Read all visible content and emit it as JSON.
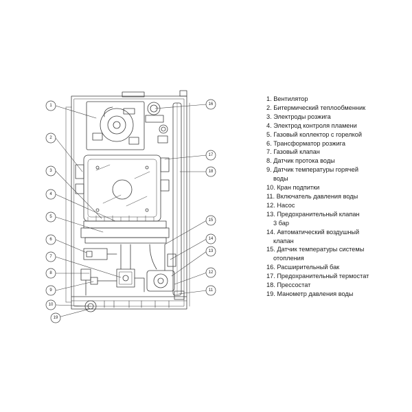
{
  "callouts": [
    {
      "num": "1"
    },
    {
      "num": "2"
    },
    {
      "num": "3"
    },
    {
      "num": "4"
    },
    {
      "num": "5"
    },
    {
      "num": "6"
    },
    {
      "num": "7"
    },
    {
      "num": "8"
    },
    {
      "num": "9"
    },
    {
      "num": "10"
    },
    {
      "num": "11"
    },
    {
      "num": "12"
    },
    {
      "num": "13"
    },
    {
      "num": "14"
    },
    {
      "num": "15"
    },
    {
      "num": "16"
    },
    {
      "num": "17"
    },
    {
      "num": "18"
    },
    {
      "num": "19"
    }
  ],
  "legend": [
    "1. Вентилятор",
    "2. Битермический теплообменник",
    "3. Электроды розжига",
    "4. Электрод контроля пламени",
    "5. Газовый коллектор с горелкой",
    "6. Трансформатор розжига",
    "7. Газовый клапан",
    "8. Датчик протока воды",
    "9. Датчик температуры горячей",
    "воды",
    "10. Кран подпитки",
    "11. Включатель давления воды",
    "12. Насос",
    "13. Предохранительный клапан",
    "3 бар",
    "14. Автоматический воздушный",
    "клапан",
    "15. Датчик температуры системы",
    "отопления",
    "16. Расширительный бак",
    "17. Предохранительный термостат",
    "18. Прессостат",
    "19. Манометр давления воды"
  ],
  "colors": {
    "line": "#3a3a3a",
    "fill": "#ffffff",
    "text": "#1a1a1a"
  }
}
